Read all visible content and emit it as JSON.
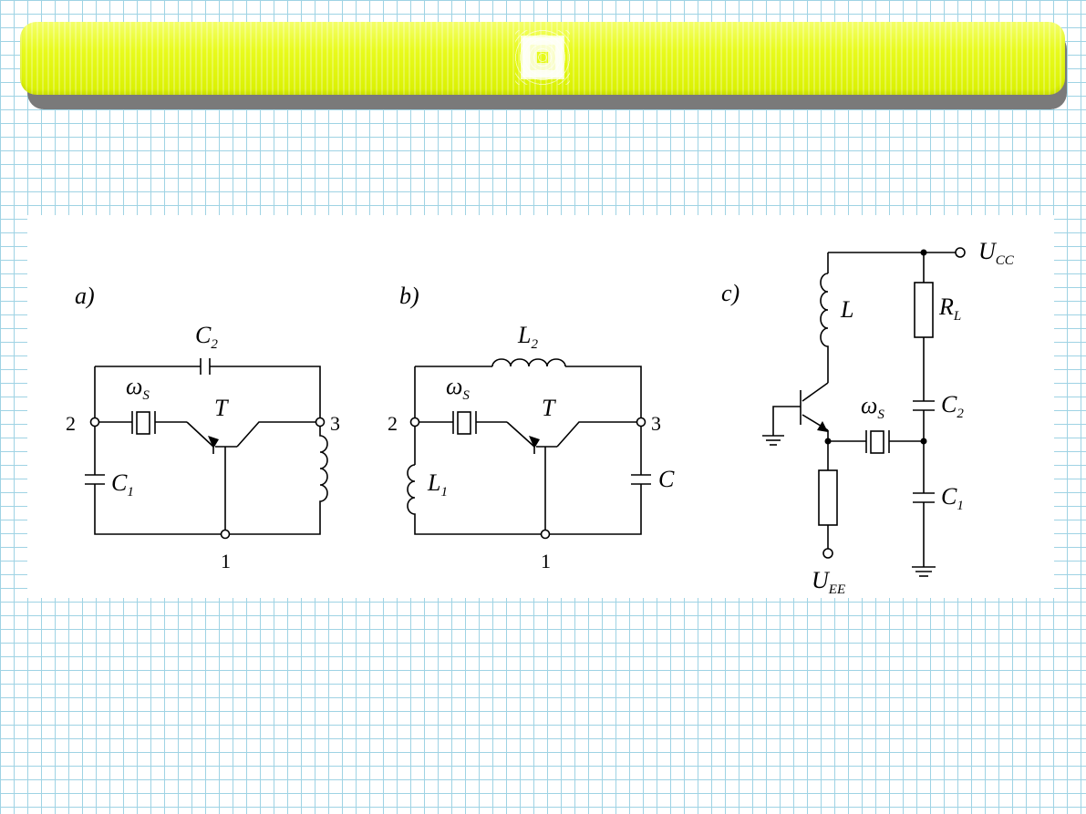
{
  "slide": {
    "title": ""
  },
  "diagram_a": {
    "label": "a)",
    "C2": {
      "main": "C",
      "sub": "2"
    },
    "wS": {
      "main": "ω",
      "sub": "S"
    },
    "T": "T",
    "node2": "2",
    "node3": "3",
    "node1": "1",
    "C1": {
      "main": "C",
      "sub": "1"
    }
  },
  "diagram_b": {
    "label": "b)",
    "L2": {
      "main": "L",
      "sub": "2"
    },
    "wS": {
      "main": "ω",
      "sub": "S"
    },
    "T": "T",
    "node2": "2",
    "node3": "3",
    "node1": "1",
    "L1": {
      "main": "L",
      "sub": "1"
    },
    "C": "C"
  },
  "diagram_c": {
    "label": "c)",
    "UCC": {
      "main": "U",
      "sub": "CC"
    },
    "L": "L",
    "RL": {
      "main": "R",
      "sub": "L"
    },
    "wS": {
      "main": "ω",
      "sub": "S"
    },
    "C2": {
      "main": "C",
      "sub": "2"
    },
    "C1": {
      "main": "C",
      "sub": "1"
    },
    "UEE": {
      "main": "U",
      "sub": "EE"
    }
  }
}
